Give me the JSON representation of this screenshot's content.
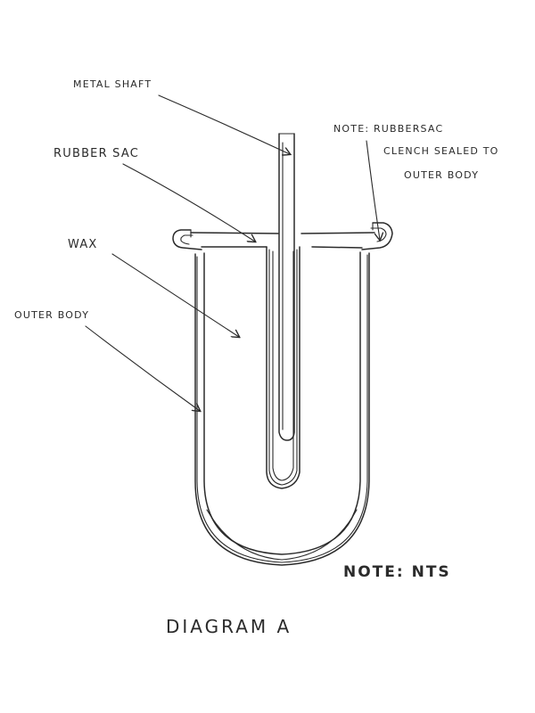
{
  "diagram": {
    "title": "DIAGRAM A",
    "labels": {
      "metal_shaft": "METAL SHAFT",
      "rubber_sac": "RUBBER SAC",
      "wax": "WAX",
      "outer_body": "OUTER BODY"
    },
    "notes": {
      "rubber_sac_line1": "NOTE: RUBBERSAC",
      "rubber_sac_line2": "CLENCH SEALED TO",
      "rubber_sac_line3": "OUTER BODY",
      "scale": "NOTE: NTS"
    },
    "colors": {
      "ink": "#2b2b2b",
      "paper": "#ffffff"
    }
  }
}
